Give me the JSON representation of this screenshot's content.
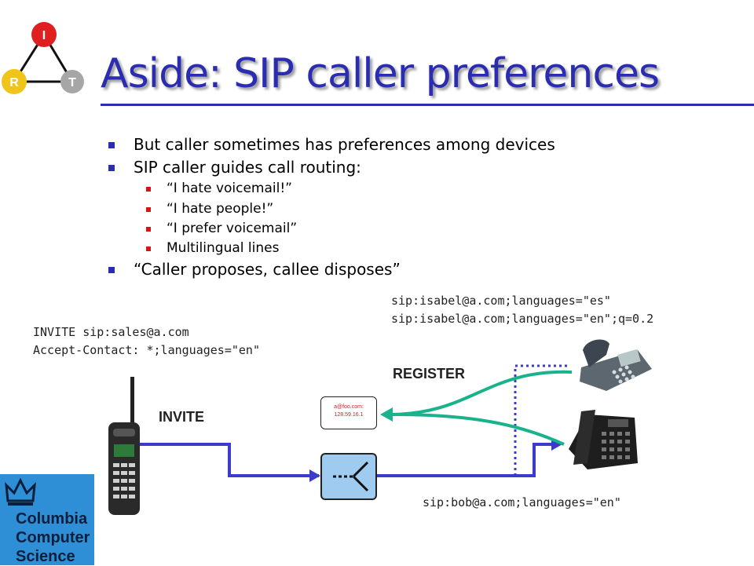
{
  "slide": {
    "title": "Aside: SIP caller preferences",
    "bullets": [
      "But caller sometimes has preferences among devices",
      "SIP caller guides call routing:",
      "“Caller proposes, callee disposes”"
    ],
    "sub_bullets": [
      "“I hate voicemail!”",
      "“I hate people!”",
      "“I prefer voicemail”",
      "Multilingual lines"
    ]
  },
  "logo_irt": {
    "top": "I",
    "left": "R",
    "right": "T"
  },
  "logo_columbia": {
    "lines": [
      "Columbia",
      "Computer",
      "Science"
    ]
  },
  "diagram": {
    "invite_request": [
      "INVITE sip:sales@a.com",
      "Accept-Contact: *;languages=\"en\""
    ],
    "isabel_contacts": [
      "sip:isabel@a.com;languages=\"es\"",
      "sip:isabel@a.com;languages=\"en\";q=0.2"
    ],
    "bob_contact": "sip:bob@a.com;languages=\"en\"",
    "invite_label": "INVITE",
    "register_label": "REGISTER",
    "proxy_note": [
      "a@foo.com:",
      "128.59.16.1"
    ]
  },
  "colors": {
    "title": "#2b2db0",
    "bullet_main": "#2b2db0",
    "bullet_sub": "#d41515",
    "invite_path": "#3b3bcc",
    "register_path": "#18b38a",
    "logo_i": "#e02020",
    "logo_r": "#f0c419",
    "logo_t": "#a6a6a6",
    "columbia_bg": "#2f8fd6"
  }
}
